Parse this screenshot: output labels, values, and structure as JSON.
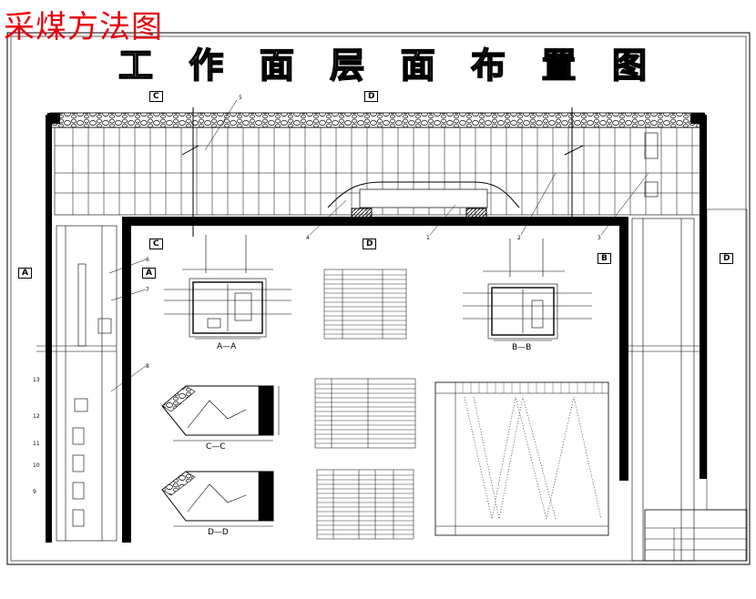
{
  "overlay_title": "采煤方法图",
  "drawing_title_chars": [
    "工",
    "作",
    "面",
    "层",
    "面",
    "布",
    "置",
    "图"
  ],
  "section_markers": {
    "c_top": "C",
    "d_top": "D",
    "c_mid": "C",
    "d_mid": "D",
    "a_left": "A",
    "a_mid": "A",
    "b_mid": "B",
    "d_right": "D"
  },
  "callouts": [
    "5",
    "4",
    "1",
    "2",
    "3",
    "6",
    "7",
    "8",
    "13",
    "12",
    "11",
    "10",
    "9"
  ],
  "section_captions": {
    "aa": "A—A",
    "bb": "B—B",
    "cc": "C—C",
    "dd": "D—D"
  },
  "colors": {
    "ink": "#000000",
    "red_overlay": "#e8000b",
    "paper": "#ffffff"
  }
}
